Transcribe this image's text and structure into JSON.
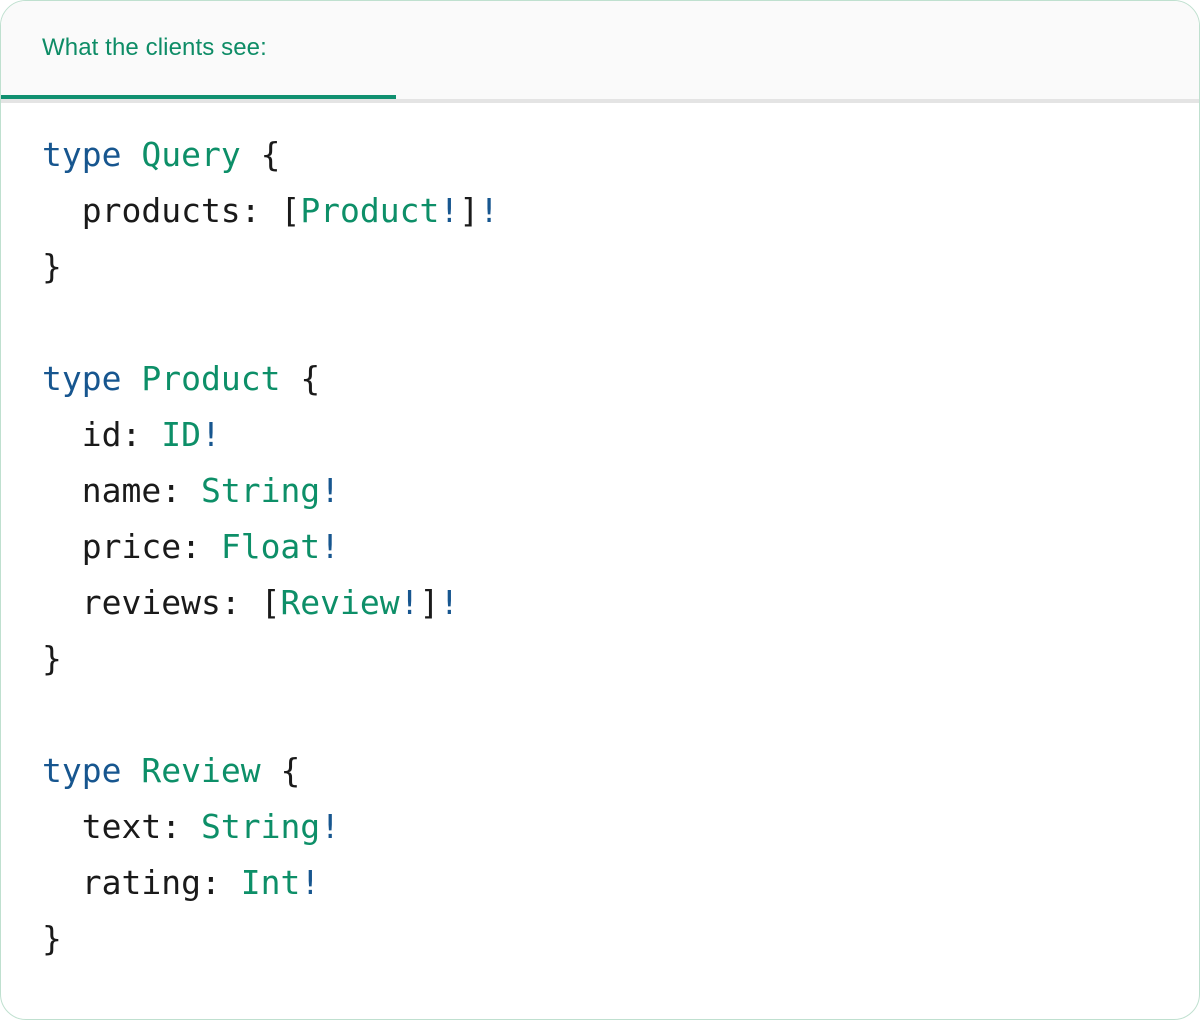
{
  "panel": {
    "header": {
      "tab_label": "What the clients see:"
    }
  },
  "colors": {
    "accent_green": "#0e8c66",
    "tab_underline": "#109070",
    "keyword_blue": "#17568f",
    "type_green": "#0d8f68",
    "bang_blue": "#17568f",
    "text_black": "#1a1a1a",
    "header_bg": "#fafafa",
    "body_bg": "#ffffff",
    "panel_border": "#bfe0cf",
    "strip_border": "#e4e4e4"
  },
  "code": {
    "language": "graphql",
    "lines": [
      {
        "tokens": [
          {
            "t": "type",
            "c": "keyword"
          },
          {
            "t": " ",
            "c": "plain"
          },
          {
            "t": "Query",
            "c": "typename"
          },
          {
            "t": " ",
            "c": "plain"
          },
          {
            "t": "{",
            "c": "punct"
          }
        ]
      },
      {
        "tokens": [
          {
            "t": "  products",
            "c": "field"
          },
          {
            "t": ": ",
            "c": "punct"
          },
          {
            "t": "[",
            "c": "punct"
          },
          {
            "t": "Product",
            "c": "type"
          },
          {
            "t": "!",
            "c": "bang"
          },
          {
            "t": "]",
            "c": "punct"
          },
          {
            "t": "!",
            "c": "bang"
          }
        ]
      },
      {
        "tokens": [
          {
            "t": "}",
            "c": "punct"
          }
        ]
      },
      {
        "tokens": []
      },
      {
        "tokens": [
          {
            "t": "type",
            "c": "keyword"
          },
          {
            "t": " ",
            "c": "plain"
          },
          {
            "t": "Product",
            "c": "typename"
          },
          {
            "t": " ",
            "c": "plain"
          },
          {
            "t": "{",
            "c": "punct"
          }
        ]
      },
      {
        "tokens": [
          {
            "t": "  id",
            "c": "field"
          },
          {
            "t": ": ",
            "c": "punct"
          },
          {
            "t": "ID",
            "c": "type"
          },
          {
            "t": "!",
            "c": "bang"
          }
        ]
      },
      {
        "tokens": [
          {
            "t": "  name",
            "c": "field"
          },
          {
            "t": ": ",
            "c": "punct"
          },
          {
            "t": "String",
            "c": "type"
          },
          {
            "t": "!",
            "c": "bang"
          }
        ]
      },
      {
        "tokens": [
          {
            "t": "  price",
            "c": "field"
          },
          {
            "t": ": ",
            "c": "punct"
          },
          {
            "t": "Float",
            "c": "type"
          },
          {
            "t": "!",
            "c": "bang"
          }
        ]
      },
      {
        "tokens": [
          {
            "t": "  reviews",
            "c": "field"
          },
          {
            "t": ": ",
            "c": "punct"
          },
          {
            "t": "[",
            "c": "punct"
          },
          {
            "t": "Review",
            "c": "type"
          },
          {
            "t": "!",
            "c": "bang"
          },
          {
            "t": "]",
            "c": "punct"
          },
          {
            "t": "!",
            "c": "bang"
          }
        ]
      },
      {
        "tokens": [
          {
            "t": "}",
            "c": "punct"
          }
        ]
      },
      {
        "tokens": []
      },
      {
        "tokens": [
          {
            "t": "type",
            "c": "keyword"
          },
          {
            "t": " ",
            "c": "plain"
          },
          {
            "t": "Review",
            "c": "typename"
          },
          {
            "t": " ",
            "c": "plain"
          },
          {
            "t": "{",
            "c": "punct"
          }
        ]
      },
      {
        "tokens": [
          {
            "t": "  text",
            "c": "field"
          },
          {
            "t": ": ",
            "c": "punct"
          },
          {
            "t": "String",
            "c": "type"
          },
          {
            "t": "!",
            "c": "bang"
          }
        ]
      },
      {
        "tokens": [
          {
            "t": "  rating",
            "c": "field"
          },
          {
            "t": ": ",
            "c": "punct"
          },
          {
            "t": "Int",
            "c": "type"
          },
          {
            "t": "!",
            "c": "bang"
          }
        ]
      },
      {
        "tokens": [
          {
            "t": "}",
            "c": "punct"
          }
        ]
      }
    ]
  }
}
